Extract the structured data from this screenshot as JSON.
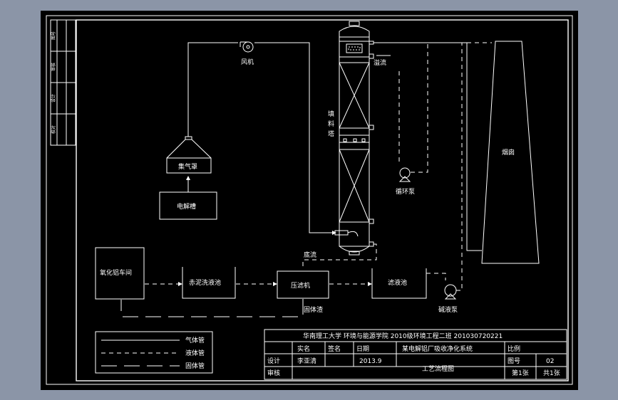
{
  "sidebar_labels": [
    "图号",
    "审核",
    "设计",
    "校对"
  ],
  "equipment": {
    "fan": "风机",
    "collector": "集气罩",
    "electrolysis": "电解槽",
    "tower": "填料塔",
    "tower_chars": [
      "填",
      "料",
      "塔"
    ],
    "overflow": "溢流",
    "circulation_pump": "循环泵",
    "chimney": "烟囱",
    "workshop": "氧化铝车间",
    "red_mud_tank": "赤泥洗液池",
    "filter_press": "压滤机",
    "bottom_flow": "底流",
    "filtrate_tank": "滤液池",
    "alkali_pump": "碱液泵",
    "solid_residue": "固体渣"
  },
  "legend": {
    "gas_pipe": "气体管",
    "liquid_pipe": "液体管",
    "solid_pipe": "固体管"
  },
  "title_block": {
    "header": "华南理工大学 环境与能源学院 2010级环境工程二班 201030720221",
    "col_real_name": "实名",
    "col_signature": "签名",
    "col_date": "日期",
    "project_title": "某电解铝厂吸收净化系统",
    "scale_label": "比例",
    "design_label": "设计",
    "designer": "李亚清",
    "date": "2013.9",
    "drawing_no_label": "图号",
    "drawing_no": "02",
    "review_label": "审核",
    "drawing_title": "工艺流程图",
    "sheet": "第1张",
    "total": "共1张"
  },
  "colors": {
    "background": "#8b95a7",
    "canvas": "#000000",
    "lines": "#ffffff"
  }
}
